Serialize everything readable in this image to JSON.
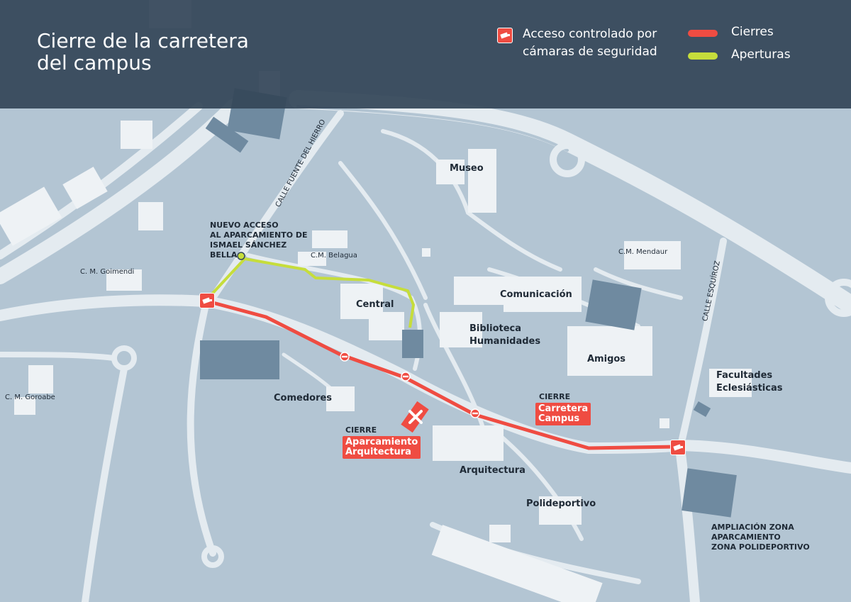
{
  "header": {
    "title_line1": "Cierre de la carretera",
    "title_line2": "del campus"
  },
  "legend": {
    "camera_line1": "Acceso controlado por",
    "camera_line2": "cámaras de seguridad",
    "closures_label": "Cierres",
    "openings_label": "Aperturas",
    "closures_color": "#ef4c42",
    "openings_color": "#c6dd3b"
  },
  "streets": {
    "fuente_del_hierro": "CALLE FUENTE DEL HIERRO",
    "esquiroz": "CALLE ESQUÍROZ"
  },
  "places": {
    "museo": "Museo",
    "cm_belagua": "C.M. Belagua",
    "cm_mendaur": "C.M. Mendaur",
    "cm_goimendi": "C. M. Goimendi",
    "cm_goroabe": "C. M. Goroabe",
    "central": "Central",
    "comunicacion": "Comunicación",
    "biblioteca_line1": "Biblioteca",
    "biblioteca_line2": "Humanidades",
    "amigos": "Amigos",
    "comedores": "Comedores",
    "facultades_line1": "Facultades",
    "facultades_line2": "Eclesiásticas",
    "arquitectura": "Arquitectura",
    "polideportivo": "Polideportivo"
  },
  "annotations": {
    "nuevo_acceso_line1": "NUEVO ACCESO",
    "nuevo_acceso_line2": "AL APARCAMIENTO DE",
    "nuevo_acceso_line3": "ISMAEL SÁNCHEZ",
    "nuevo_acceso_line4": "BELLA",
    "ampliacion_line1": "AMPLIACIÓN ZONA",
    "ampliacion_line2": "APARCAMIENTO",
    "ampliacion_line3": "ZONA POLIDEPORTIVO",
    "cierre_carretera_caption": "CIERRE",
    "cierre_carretera_line1": "Carretera",
    "cierre_carretera_line2": "Campus",
    "cierre_arq_caption": "CIERRE",
    "cierre_arq_line1": "Aparcamiento",
    "cierre_arq_line2": "Arquitectura"
  },
  "colors": {
    "background": "#b3c5d3",
    "buildings": "#eef2f5",
    "roads": "#e4ebf0",
    "parking": "#6f8aa0",
    "header": "#344658"
  }
}
